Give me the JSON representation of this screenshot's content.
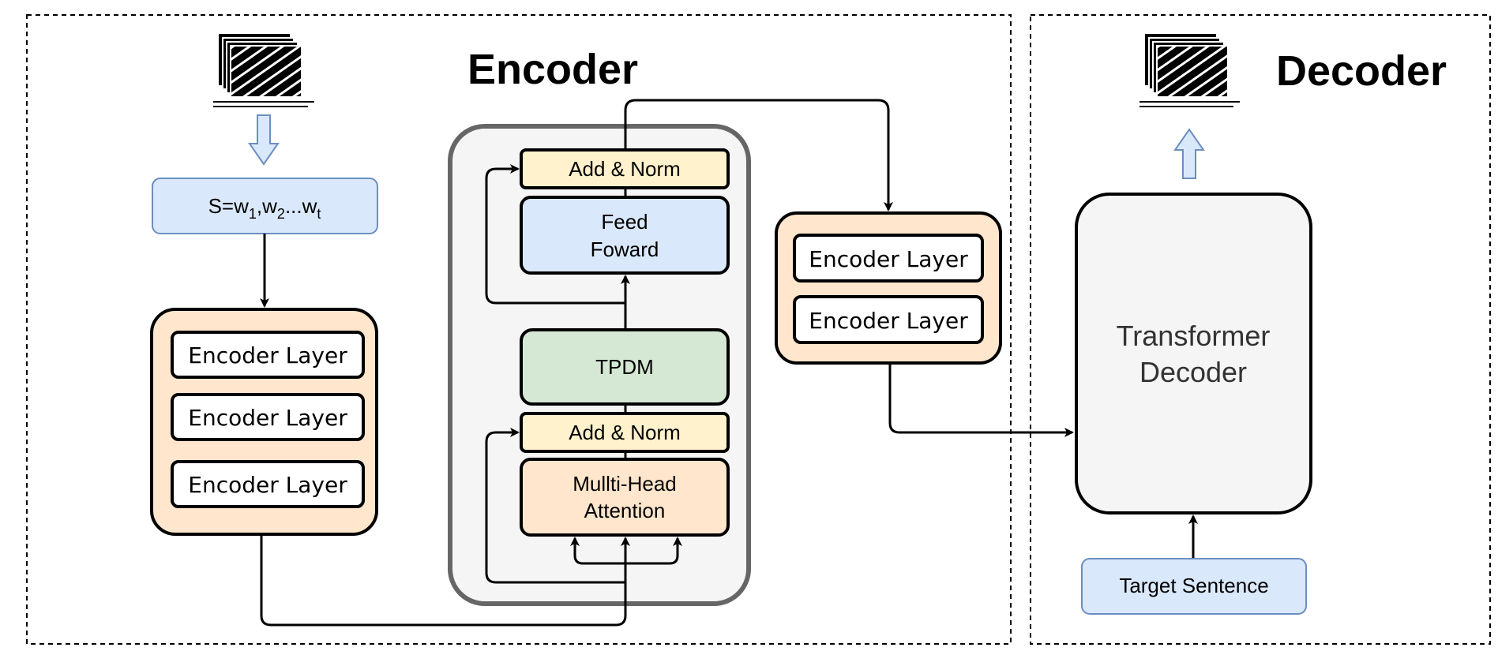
{
  "encoder": {
    "title": "Encoder",
    "input_sequence": {
      "base": "S=w",
      "sub1": "1",
      "mid1": ",w",
      "sub2": "2",
      "mid2": "...w",
      "subt": "t"
    },
    "left_stack": [
      "Encoder Layer",
      "Encoder Layer",
      "Encoder Layer"
    ],
    "layer_detail": {
      "add_norm_top": "Add & Norm",
      "feed_forward_line1": "Feed",
      "feed_forward_line2": "Foward",
      "tpdm": "TPDM",
      "add_norm_bottom": "Add & Norm",
      "attention_line1": "Mullti-Head",
      "attention_line2": "Attention"
    },
    "right_stack": [
      "Encoder Layer",
      "Encoder Layer"
    ]
  },
  "decoder": {
    "title": "Decoder",
    "transformer_line1": "Transformer",
    "transformer_line2": "Decoder",
    "target": "Target Sentence"
  },
  "colors": {
    "input_fill": "#dae8fc",
    "input_stroke": "#6c8ebf",
    "stack_fill": "#ffe6cc",
    "add_norm_fill": "#fff2cc",
    "feed_forward_fill": "#dae8fc",
    "tpdm_fill": "#d5e8d4",
    "attention_fill": "#ffe6cc",
    "panel_fill": "#f5f5f5",
    "panel_stroke": "#666666",
    "decoder_fill": "#f5f5f5"
  },
  "icons": [
    "document-stack-icon",
    "down-arrow-icon",
    "document-stack-icon",
    "up-arrow-icon"
  ]
}
